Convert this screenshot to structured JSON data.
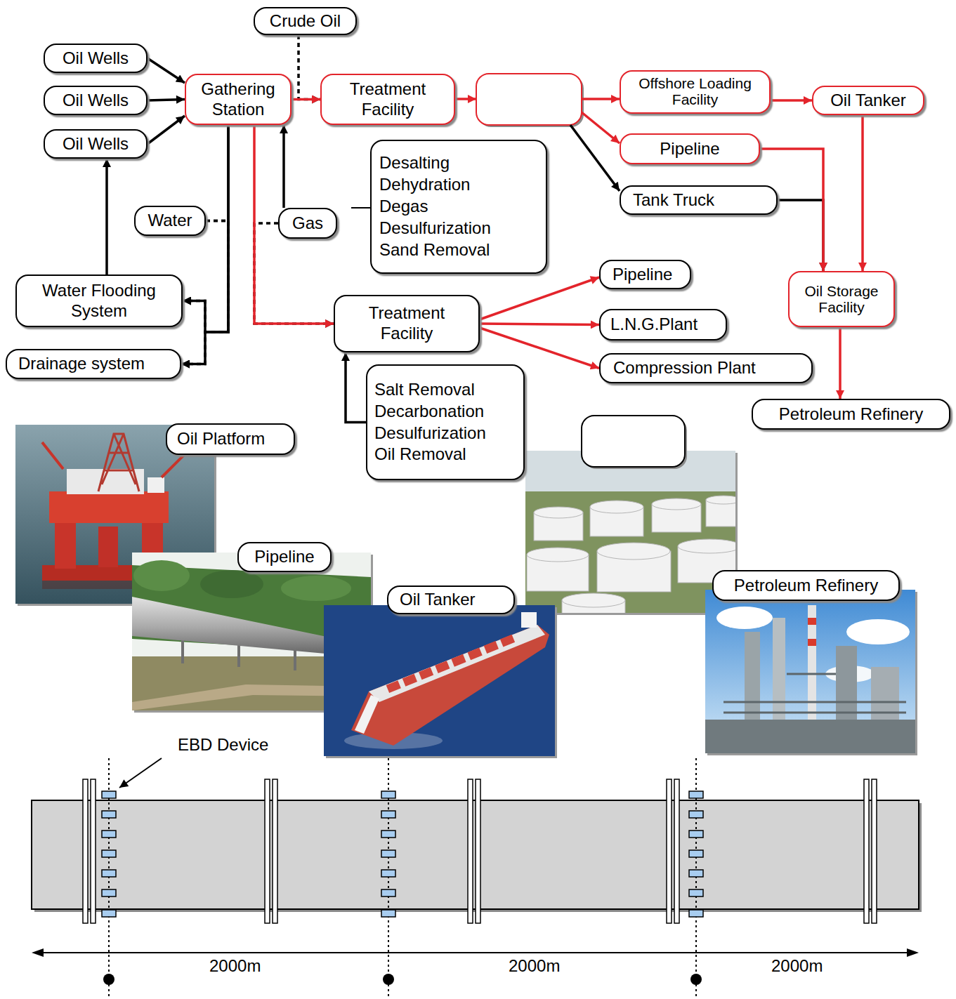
{
  "diagram": {
    "nodes": [
      {
        "text": [
          "Crude Oil"
        ]
      },
      {
        "text": [
          "Oil Wells"
        ]
      },
      {
        "text": [
          "Gathering Station"
        ]
      },
      {
        "text": [
          "Treatment Facility"
        ]
      },
      {
        "text": [
          "Offshore Loading Facility"
        ]
      },
      {
        "text": [
          "Oil Tanker"
        ]
      },
      {
        "text": [
          "Oil Wells"
        ]
      },
      {
        "text": [
          "Oil Wells"
        ]
      },
      {
        "text": [
          "Pipeline"
        ]
      },
      {
        "text": [
          "Desalting Dehydration Degas Desulfurization Sand Removal"
        ]
      },
      {
        "text": [
          "Tank Truck"
        ]
      },
      {
        "text": [
          "Water"
        ]
      },
      {
        "text": [
          "Gas"
        ]
      },
      {
        "text": [
          "Pipeline"
        ]
      },
      {
        "text": [
          "Oil Storage Facility"
        ]
      },
      {
        "text": [
          "Water Flooding System"
        ]
      },
      {
        "text": [
          "Treatment Facility"
        ]
      },
      {
        "text": [
          "L.N.G.Plant"
        ]
      },
      {
        "text": [
          "Drainage system"
        ]
      },
      {
        "text": [
          "Compression Plant"
        ]
      },
      {
        "text": [
          "Salt Removal Decarbonation Desulfurization Oil Removal"
        ]
      },
      {
        "text": [
          "Petroleum Refinery"
        ]
      },
      {
        "text": [
          "Oil Platform"
        ]
      },
      {
        "text": [
          "Pipeline"
        ]
      },
      {
        "text": [
          "Oil Tanker"
        ]
      },
      {
        "text": [
          "Petroleum Refinery"
        ]
      }
    ],
    "edges": [
      {
        "from": 1,
        "to": 2,
        "arrow": "to"
      },
      {
        "from": 6,
        "to": 2,
        "arrow": "to"
      },
      {
        "from": 7,
        "to": 2,
        "arrow": "to"
      },
      {
        "from": 0,
        "to": 3,
        "arrow": "to"
      },
      {
        "from": 2,
        "to": 3,
        "arrow": "to"
      },
      {
        "from": 2,
        "to": 16,
        "arrow": "to"
      },
      {
        "from": 2,
        "to": 15,
        "arrow": "to"
      },
      {
        "from": 2,
        "to": 18,
        "arrow": "to"
      },
      {
        "from": 11,
        "to": 15,
        "arrow": "to"
      },
      {
        "from": 11,
        "to": 18,
        "arrow": "to"
      },
      {
        "from": 12,
        "to": 16,
        "arrow": "to"
      },
      {
        "from": 12,
        "to": 2,
        "arrow": "to"
      },
      {
        "from": 15,
        "to": 7,
        "arrow": "to"
      },
      {
        "from": 20,
        "to": 16,
        "arrow": "to"
      },
      {
        "from": 4,
        "to": 5,
        "arrow": "to"
      },
      {
        "from": 5,
        "to": 14,
        "arrow": "to"
      },
      {
        "from": 8,
        "to": 14,
        "arrow": "to"
      },
      {
        "from": 10,
        "to": 14,
        "arrow": "to"
      },
      {
        "from": 14,
        "to": 21,
        "arrow": "to"
      },
      {
        "from": 16,
        "to": 13,
        "arrow": "to"
      },
      {
        "from": 16,
        "to": 17,
        "arrow": "to"
      },
      {
        "from": 16,
        "to": 19,
        "arrow": "to"
      }
    ],
    "labels": [
      "EBD Device",
      "2000m",
      "2000m",
      "2000m"
    ]
  }
}
